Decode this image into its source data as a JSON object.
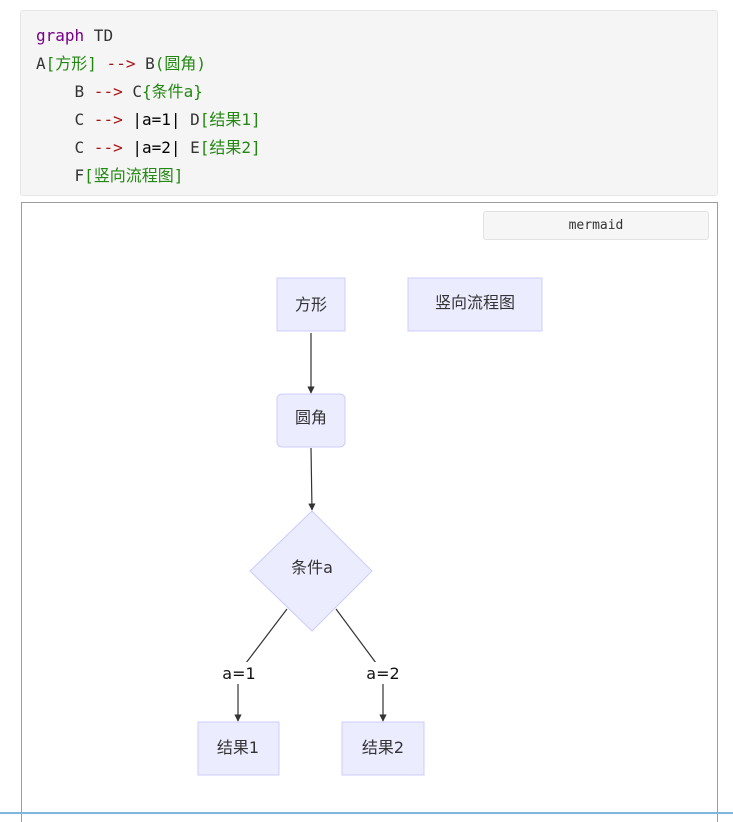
{
  "code": {
    "line1": {
      "kw": "graph",
      "rest": " TD"
    },
    "line2": {
      "id1": "A",
      "label1": "[方形]",
      "arrow": " --> ",
      "id2": "B",
      "label2": "(圆角)"
    },
    "line3": {
      "id1": "    B",
      "arrow": " --> ",
      "id2": "C",
      "label2": "{条件a}"
    },
    "line4": {
      "id1": "    C",
      "arrow": " --> ",
      "cond": "|a=1| ",
      "id2": "D",
      "label2": "[结果1]"
    },
    "line5": {
      "id1": "    C",
      "arrow": " --> ",
      "cond": "|a=2| ",
      "id2": "E",
      "label2": "[结果2]"
    },
    "line6": {
      "id1": "    F",
      "label1": "[竖向流程图]"
    }
  },
  "preview": {
    "language_label": "mermaid"
  },
  "diagram": {
    "nodes": {
      "A": "方形",
      "B": "圆角",
      "C": "条件a",
      "D": "结果1",
      "E": "结果2",
      "F": "竖向流程图"
    },
    "edge_labels": {
      "c_to_d": "a=1",
      "c_to_e": "a=2"
    },
    "colors": {
      "node_fill": "#ececff",
      "node_stroke": "#ccccff",
      "edge": "#333333",
      "text": "#333333"
    }
  }
}
